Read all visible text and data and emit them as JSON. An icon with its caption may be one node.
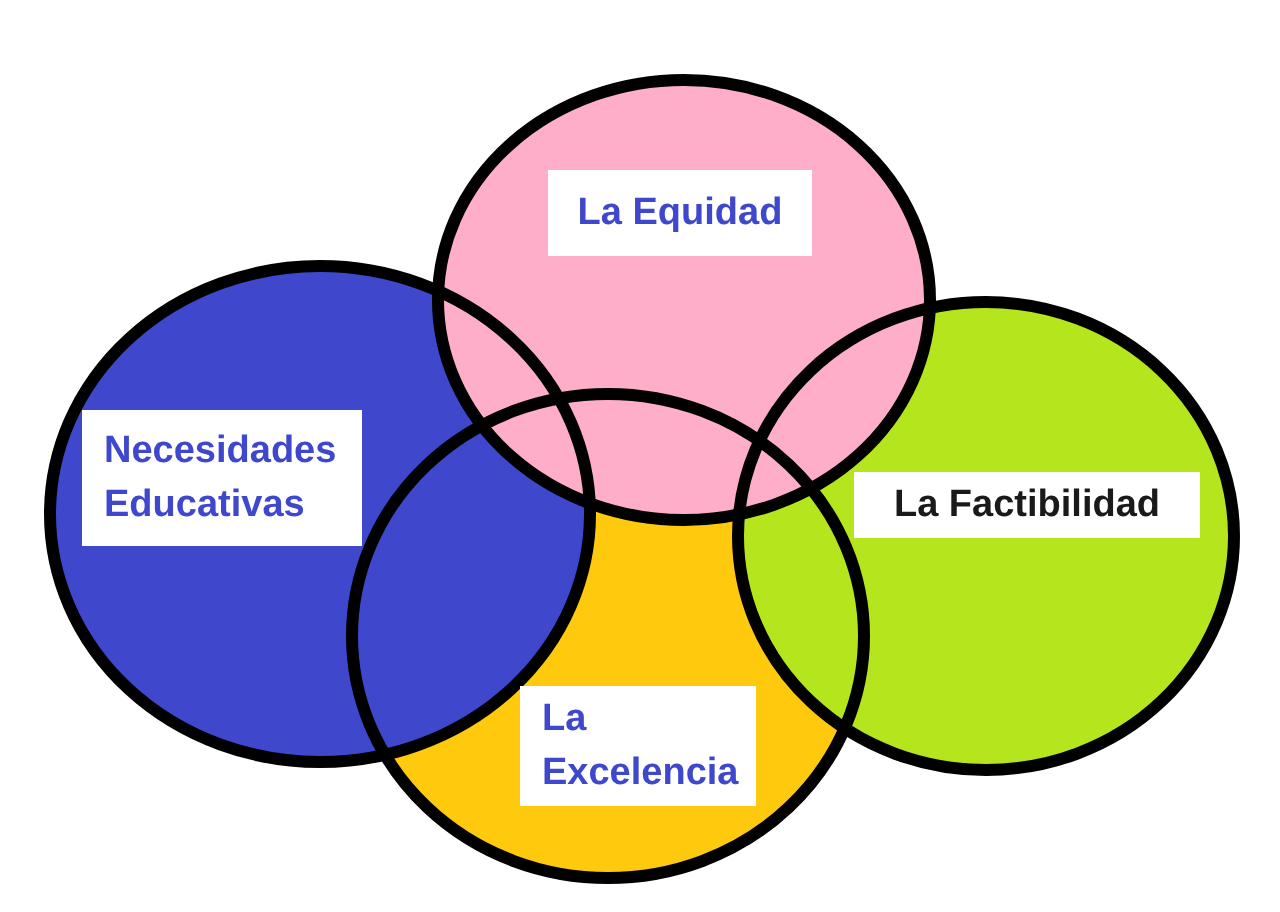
{
  "diagram": {
    "nodes": [
      {
        "text": [
          "La Equidad"
        ]
      },
      {
        "text": [
          "Necesidades Educativas"
        ]
      },
      {
        "text": [
          "La Factibilidad"
        ]
      },
      {
        "text": [
          "La Excelencia"
        ]
      }
    ]
  }
}
